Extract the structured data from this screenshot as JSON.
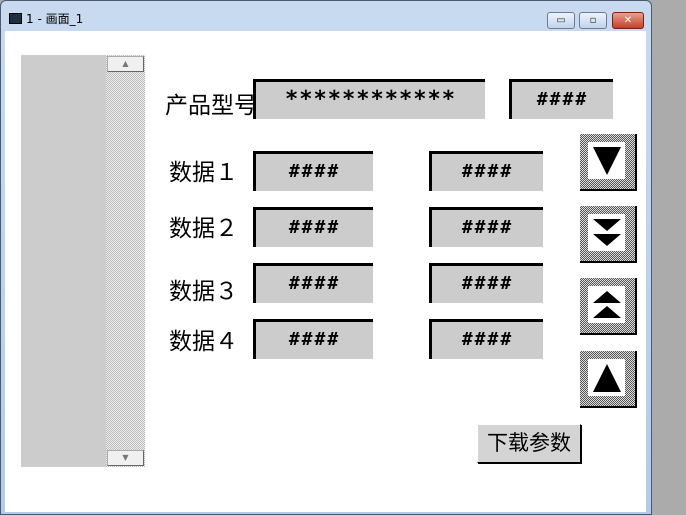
{
  "window": {
    "title": "1 - 画面_1",
    "minimize": "▭",
    "maximize": "▫",
    "close": "✕"
  },
  "product": {
    "label": "产品型号",
    "value": "************",
    "code": "####"
  },
  "rows": [
    {
      "label": "数据１",
      "a": "####",
      "b": "####"
    },
    {
      "label": "数据２",
      "a": "####",
      "b": "####"
    },
    {
      "label": "数据３",
      "a": "####",
      "b": "####"
    },
    {
      "label": "数据４",
      "a": "####",
      "b": "####"
    }
  ],
  "nav": [
    "last",
    "next-page",
    "prev-page",
    "first"
  ],
  "download_label": "下载参数"
}
